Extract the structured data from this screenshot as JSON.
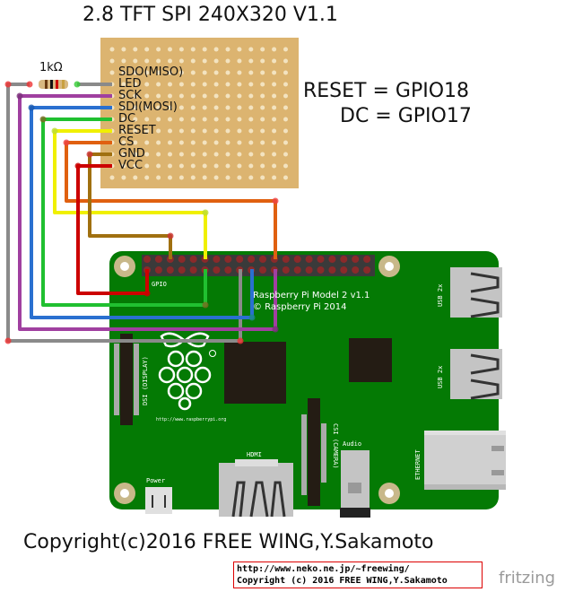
{
  "title": "2.8 TFT SPI  240X320 V1.1",
  "resistor_label": "1kΩ",
  "tft_pins": [
    "SDO(MISO)",
    "LED",
    "SCK",
    "SDI(MOSI)",
    "DC",
    "RESET",
    "CS",
    "GND",
    "VCC"
  ],
  "notes": {
    "reset": "RESET = GPIO18",
    "dc": "DC = GPIO17"
  },
  "board": {
    "model": "Raspberry Pi Model 2 v1.1",
    "copyright": "© Raspberry Pi 2014",
    "gpio_label": "GPIO",
    "url": "http://www.raspberrypi.org",
    "dsi_label": "DSI (DISPLAY)",
    "csi_label": "CSI (CAMERA)",
    "hdmi_label": "HDMI",
    "audio_label": "Audio",
    "power_label": "Power",
    "usb_labels": [
      "USB 2x",
      "USB 2x"
    ],
    "ethernet_label": "ETHERNET"
  },
  "wires": [
    {
      "signal": "LED",
      "color": "#8a8a8a"
    },
    {
      "signal": "SCK",
      "color": "#a040a0"
    },
    {
      "signal": "SDI(MOSI)",
      "color": "#2a70d0"
    },
    {
      "signal": "DC",
      "color": "#20c030"
    },
    {
      "signal": "RESET",
      "color": "#f0f000"
    },
    {
      "signal": "CS",
      "color": "#e06010"
    },
    {
      "signal": "GND",
      "color": "#a07010"
    },
    {
      "signal": "VCC",
      "color": "#cc0000"
    }
  ],
  "footer": {
    "copyright": "Copyright(c)2016 FREE WING,Y.Sakamoto",
    "url_line": "http://www.neko.ne.jp/~freewing/",
    "copyright_line": "Copyright (c) 2016 FREE WING,Y.Sakamoto",
    "brand": "fritzing"
  }
}
